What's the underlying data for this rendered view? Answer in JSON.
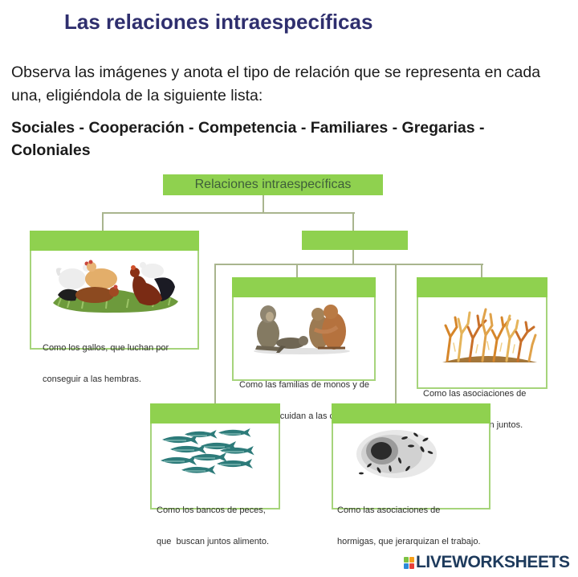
{
  "worksheet": {
    "title": "Las relaciones intraespecíficas",
    "instructions": {
      "line1": "Observa las imágenes y anota el tipo de relación que se representa en cada",
      "line2": "una, eligiéndola de la siguiente lista:"
    },
    "options": {
      "line1": "Sociales - Cooperación - Competencia - Familiares - Gregarias -",
      "line2": "Coloniales"
    },
    "options_list": [
      "Sociales",
      "Cooperación",
      "Competencia",
      "Familiares",
      "Gregarias",
      "Coloniales"
    ]
  },
  "diagram": {
    "root": {
      "label": "Relaciones intraespecíficas"
    },
    "level1_left": {
      "answer_value": "",
      "image": "chickens-image",
      "caption": {
        "line1": "Como los gallos, que luchan por",
        "line2": "conseguir a las hembras."
      }
    },
    "level1_right": {
      "answer_value": ""
    },
    "level2": [
      {
        "answer_value": "",
        "image": "monkeys-image",
        "caption": {
          "line1": "Como las familias de monos y de",
          "line2": "aves, que cuidan a las crías."
        }
      },
      {
        "answer_value": "",
        "image": "corals-image",
        "caption": {
          "line1": "Como las asociaciones de",
          "line2": "corales, que viven juntos."
        }
      },
      {
        "answer_value": "",
        "image": "fish-school-image",
        "caption": {
          "line1": "Como los bancos de peces,",
          "line2": "que  buscan juntos alimento."
        }
      },
      {
        "answer_value": "",
        "image": "ants-image",
        "caption": {
          "line1": "Como las asociaciones de",
          "line2": "hormigas, que jerarquizan el trabajo."
        }
      }
    ]
  },
  "colors": {
    "title": "#2f2f6e",
    "box_fill": "#8fd14f",
    "box_border": "#a6d47b",
    "connector": "#a9b58e",
    "root_text": "#3e5e3a",
    "logo_text": "#1d3a5c"
  },
  "footer": {
    "logo_text": "LIVEWORKSHEETS",
    "logo_icon": "grid-squares-icon"
  }
}
